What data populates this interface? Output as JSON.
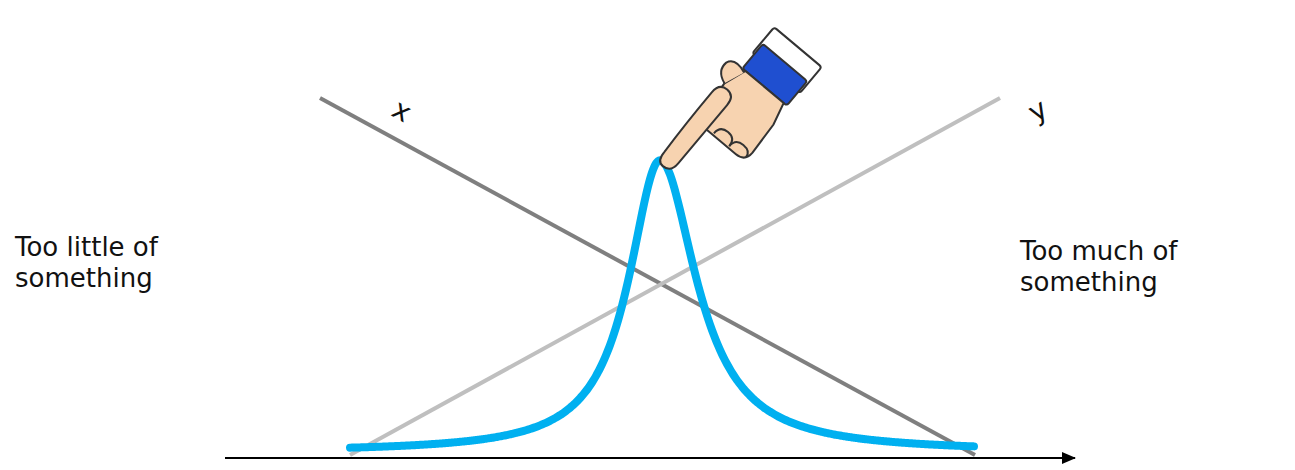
{
  "diagram": {
    "labels": [
      "x",
      "y",
      "Too little of something",
      "Too much of something"
    ]
  }
}
